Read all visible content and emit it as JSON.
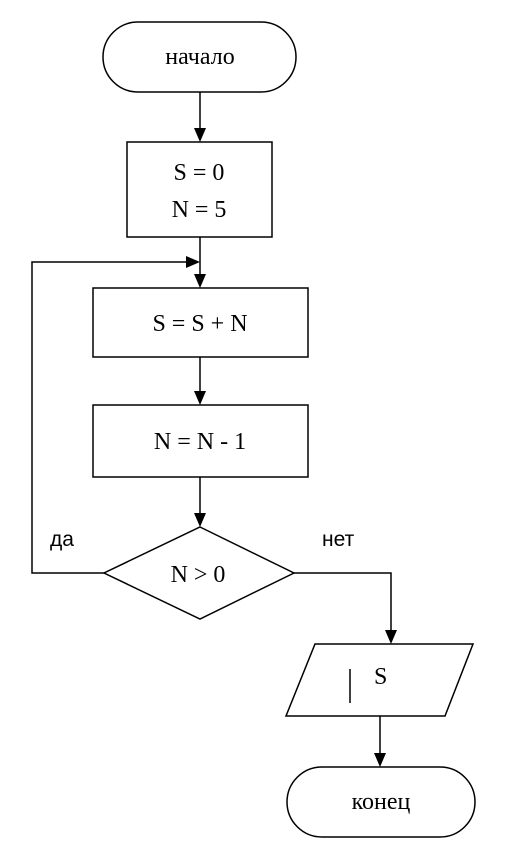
{
  "flowchart": {
    "start_label": "начало",
    "init_line1": "S = 0",
    "init_line2": "N = 5",
    "add_step": "S = S + N",
    "dec_step": "N = N - 1",
    "condition": "N > 0",
    "yes_label": "да",
    "no_label": "нет",
    "output_value": "S",
    "end_label": "конец"
  }
}
